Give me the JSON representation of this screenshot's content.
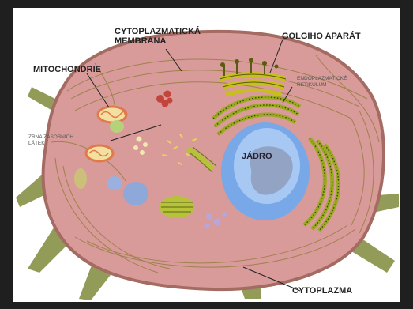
{
  "labels": {
    "membrane_line1": "CYTOPLAZMATICKÁ",
    "membrane_line2": "MEMBRÁNA",
    "golgi": "GOLGIHO APARÁT",
    "mitochondria": "MITOCHONDRIE",
    "er_line1": "ENDOPLAZMATICKÉ",
    "er_line2": "RETIKULUM",
    "storage_line1": "ZRNA ZÁSOBNÍCH",
    "storage_line2": "LÁTEK",
    "nucleus": "JÁDRO",
    "cytoplasm": "CYTOPLAZMA"
  },
  "colors": {
    "background": "#1f1f1f",
    "panel": "#ffffff",
    "cell_fill": "#d99a9a",
    "cell_edge": "#a36b62",
    "fibers": "#8a7a32",
    "extensions": "#7f8a3a",
    "nucleus_outer": "#78a8e8",
    "nucleus_inner": "#8f9fbf",
    "organelle_green": "#9aaa20",
    "mitochondria": "#e07a4a",
    "vesicles_red": "#c2443a",
    "vesicles_blue": "#9ab0de",
    "vesicles_purple": "#b7a6dc"
  }
}
